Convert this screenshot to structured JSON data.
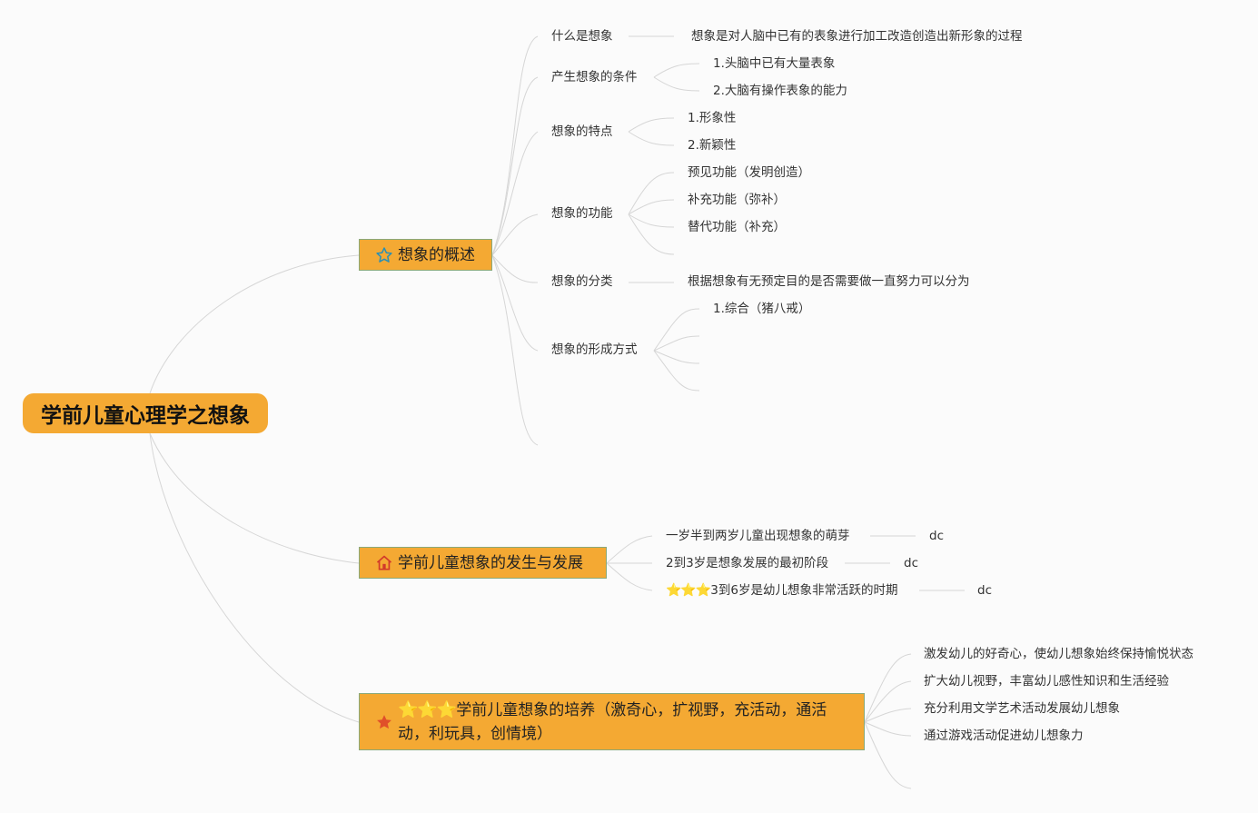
{
  "root": {
    "label": "学前儿童心理学之想象"
  },
  "topic1": {
    "label": "想象的概述",
    "icon": "star-outline-icon",
    "items": [
      {
        "label": "什么是想象",
        "detail": "想象是对人脑中已有的表象进行加工改造创造出新形象的过程"
      },
      {
        "label": "产生想象的条件",
        "sub": [
          "1.头脑中已有大量表象",
          "2.大脑有操作表象的能力"
        ]
      },
      {
        "label": "想象的特点",
        "sub": [
          "1.形象性",
          "2.新颖性"
        ]
      },
      {
        "label": "想象的功能",
        "sub": [
          "预见功能（发明创造）",
          "补充功能（弥补）",
          "替代功能（补充）"
        ]
      },
      {
        "label": "想象的分类",
        "detail": "根据想象有无预定目的是否需要做一直努力可以分为"
      },
      {
        "label": "想象的形成方式",
        "sub": [
          "1.综合（猪八戒）"
        ]
      }
    ]
  },
  "topic2": {
    "label": "学前儿童想象的发生与发展",
    "icon": "house-icon",
    "items": [
      {
        "label": "一岁半到两岁儿童出现想象的萌芽",
        "detail": "dc"
      },
      {
        "label": "2到3岁是想象发展的最初阶段",
        "detail": "dc"
      },
      {
        "stars": "⭐⭐⭐",
        "label": "3到6岁是幼儿想象非常活跃的时期",
        "detail": "dc"
      }
    ]
  },
  "topic3": {
    "stars": "⭐⭐⭐",
    "label_line1": "学前儿童想象的培养（激奇心，扩视野，充活动，通活",
    "label_line2": "动，利玩具，创情境）",
    "icon": "star-filled-red-icon",
    "items": [
      "激发幼儿的好奇心，使幼儿想象始终保持愉悦状态",
      "扩大幼儿视野，丰富幼儿感性知识和生活经验",
      "充分利用文学艺术活动发展幼儿想象",
      "通过游戏活动促进幼儿想象力"
    ]
  },
  "colors": {
    "topic_fill": "#f4a933",
    "topic_border": "#8aa97a",
    "connector": "#d6d6d6",
    "star_red": "#e0502a",
    "icon_teal": "#2a8fb5"
  }
}
